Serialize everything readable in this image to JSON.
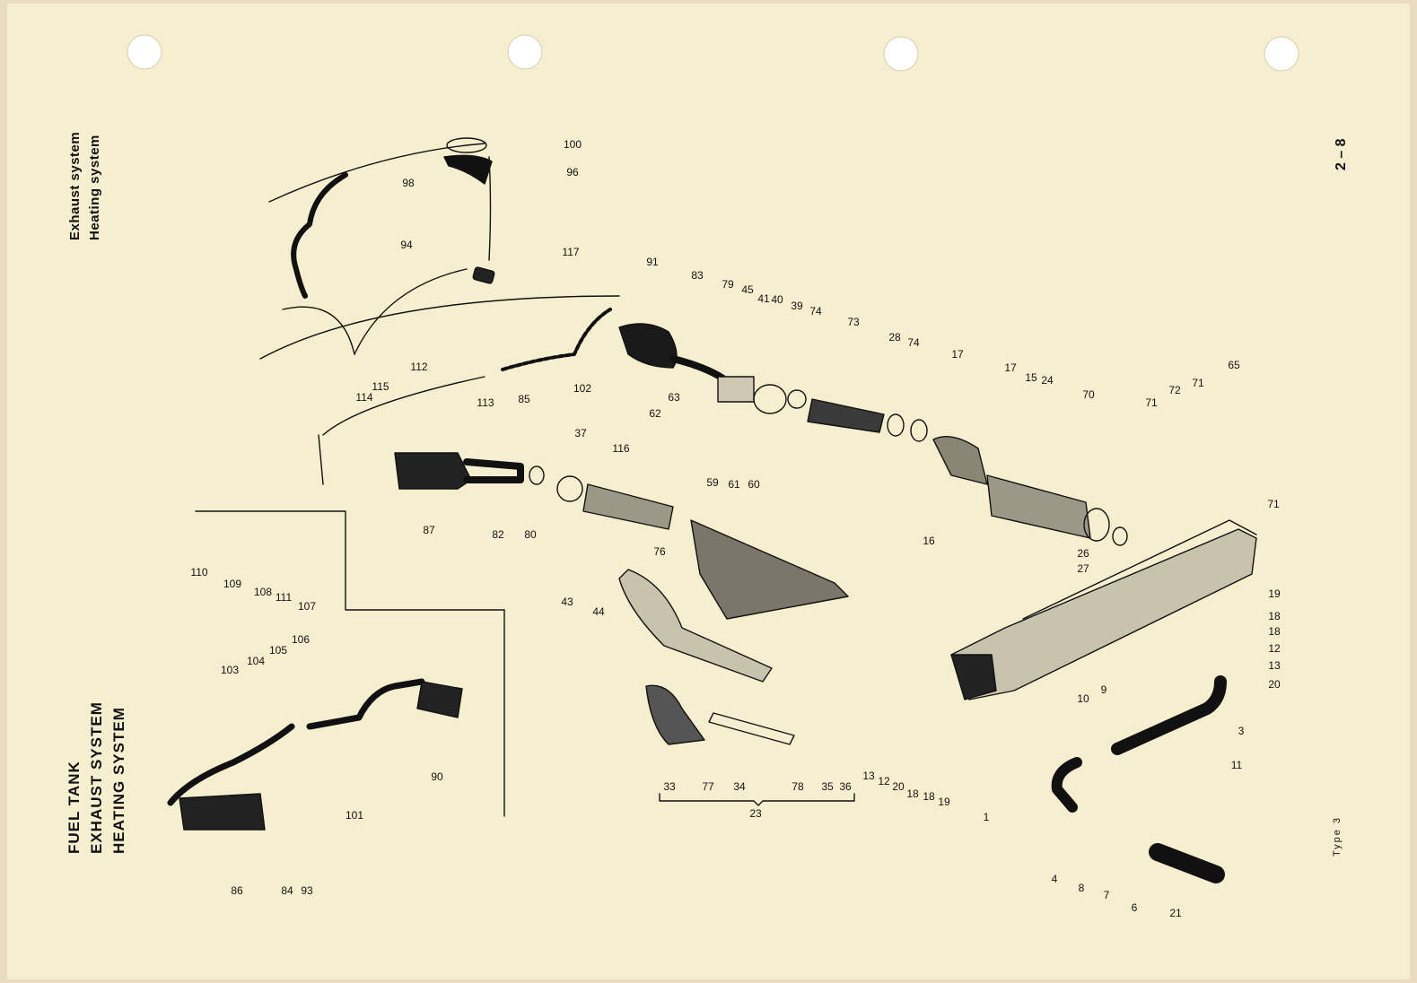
{
  "header": {
    "section_title_1": "Exhaust system",
    "section_title_2": "Heating system",
    "page_number": "2 – 8"
  },
  "footer": {
    "group_title_1": "FUEL TANK",
    "group_title_2": "EXHAUST SYSTEM",
    "group_title_3": "HEATING SYSTEM",
    "model": "Type 3"
  },
  "group_bracket": {
    "label": "23",
    "items": [
      "33",
      "77",
      "34",
      "78",
      "35",
      "36"
    ]
  },
  "callouts": [
    "100",
    "96",
    "98",
    "94",
    "117",
    "91",
    "83",
    "79",
    "45",
    "41",
    "40",
    "39",
    "74",
    "73",
    "28",
    "74",
    "17",
    "17",
    "15",
    "24",
    "70",
    "65",
    "72",
    "71",
    "71",
    "71",
    "112",
    "115",
    "114",
    "113",
    "102",
    "85",
    "63",
    "62",
    "59",
    "61",
    "60",
    "37",
    "116",
    "87",
    "82",
    "80",
    "76",
    "43",
    "44",
    "110",
    "109",
    "108",
    "111",
    "107",
    "16",
    "26",
    "27",
    "19",
    "18",
    "18",
    "12",
    "13",
    "20",
    "3",
    "11",
    "10",
    "9",
    "4",
    "8",
    "7",
    "6",
    "21",
    "1",
    "19",
    "18",
    "18",
    "20",
    "12",
    "13",
    "103",
    "104",
    "105",
    "106",
    "90",
    "101",
    "86",
    "84",
    "93"
  ]
}
